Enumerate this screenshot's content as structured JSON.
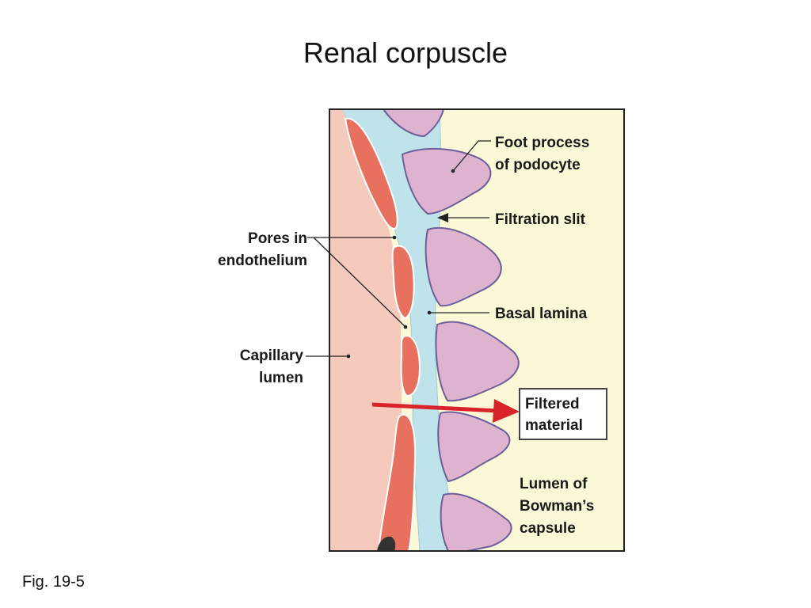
{
  "title": "Renal corpuscle",
  "figure_ref": "Fig. 19-5",
  "labels": {
    "foot_process": [
      "Foot process",
      "of podocyte"
    ],
    "filtration_slit": "Filtration slit",
    "pores": [
      "Pores in",
      "endothelium"
    ],
    "basal_lamina": "Basal lamina",
    "capillary_lumen": [
      "Capillary",
      "lumen"
    ],
    "filtered_material": [
      "Filtered",
      "material"
    ],
    "bowmans_lumen": [
      "Lumen of",
      "Bowman’s",
      "capsule"
    ]
  },
  "colors": {
    "capillary": "#f6c9bd",
    "endothelium": "#e8705e",
    "basal_lamina": "#bfe3ea",
    "podocyte": "#ddb3cf",
    "podocyte_outline": "#6d5f9a",
    "bowmans_space": "#fbf8d8",
    "arrow": "#d8232a"
  }
}
